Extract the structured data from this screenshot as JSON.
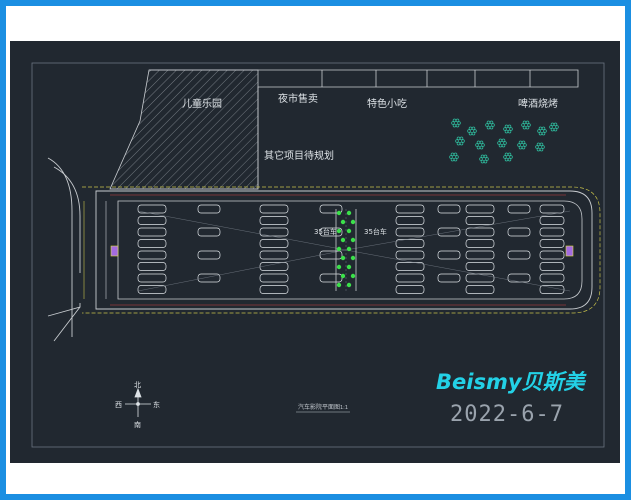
{
  "labels": {
    "children_park": "儿童乐园",
    "night_market": "夜市售卖",
    "snacks": "特色小吃",
    "bbq": "啤酒烧烤",
    "other_project": "其它项目待规划",
    "left_cars": "35台车",
    "right_cars": "35台车",
    "plan_title": "汽车影院平面图",
    "plan_scale": "1:1",
    "date": "2022-6-7",
    "brand": "Beismy贝斯美"
  },
  "compass": {
    "north": "北",
    "south": "南",
    "east": "东",
    "west": "西"
  },
  "colors": {
    "background": "#212830",
    "outline": "#c8ccd0",
    "road": "#c8c24a",
    "tree": "#2fbfa0",
    "green_light": "#3be04a",
    "brand": "#23d1e6",
    "frame": "#1b8fe2"
  }
}
